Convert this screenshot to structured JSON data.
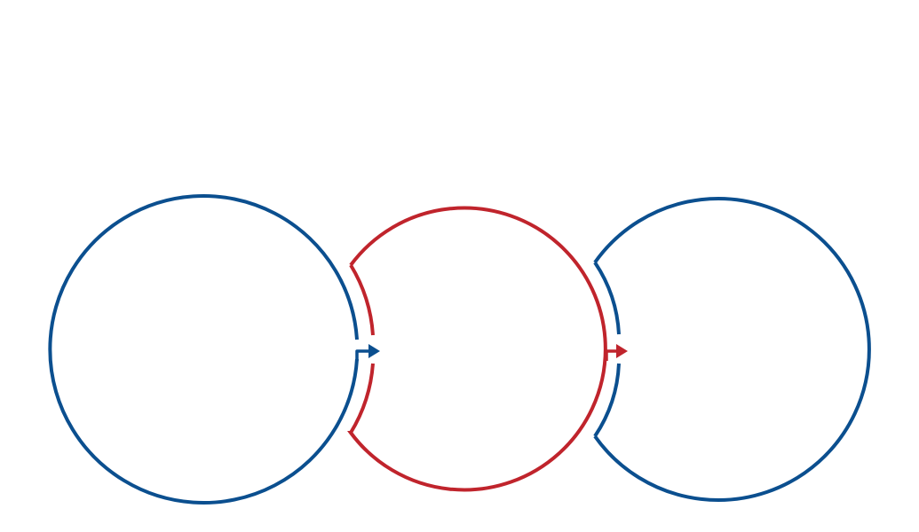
{
  "diagram": {
    "type": "circular-process-flow",
    "steps": [
      {
        "color": "#0b4f8f"
      },
      {
        "color": "#c0242c"
      },
      {
        "color": "#0b4f8f"
      }
    ],
    "connectors": [
      {
        "from": 0,
        "to": 1,
        "color": "#0b4f8f",
        "direction": "right"
      },
      {
        "from": 1,
        "to": 2,
        "color": "#c0242c",
        "direction": "right"
      }
    ]
  }
}
